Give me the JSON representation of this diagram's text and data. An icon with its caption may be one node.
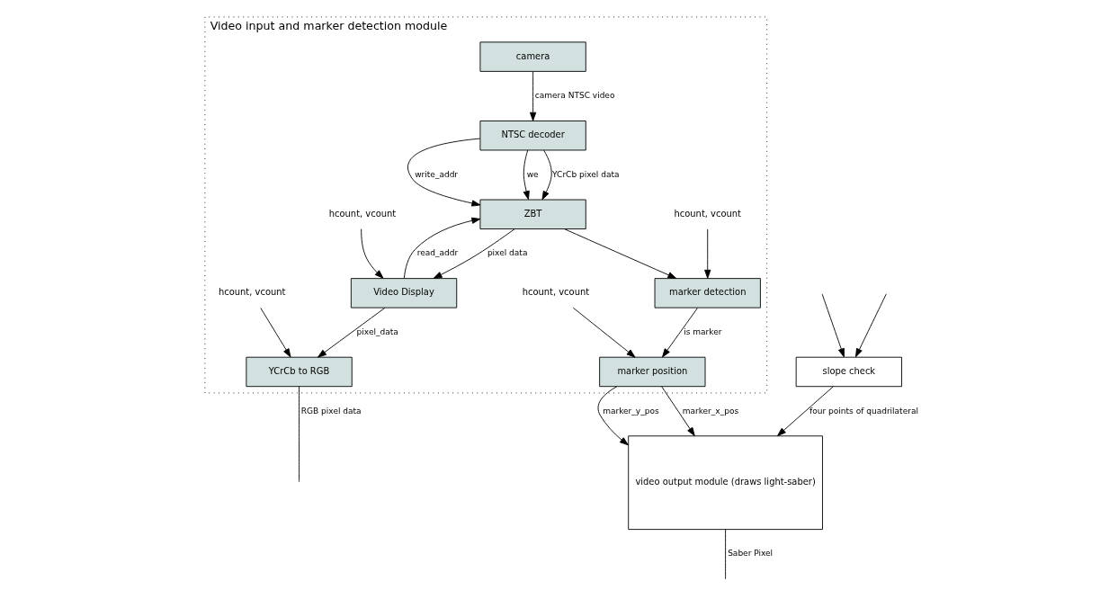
{
  "diagram": {
    "nodes": [
      {
        "text": [
          "Video input and marker detection module"
        ]
      },
      {
        "text": [
          "camera"
        ],
        "in": 0
      },
      {
        "text": [
          "NTSC decoder"
        ],
        "in": 0
      },
      {
        "text": [
          "hcount, vcount"
        ],
        "in": 0
      },
      {
        "text": [
          "ZBT"
        ],
        "in": 0
      },
      {
        "text": [
          "marker detection"
        ],
        "in": 0
      },
      {
        "text": [
          "hcount, vcount"
        ],
        "in": 0
      },
      {
        "text": [
          "marker position"
        ],
        "in": 0
      },
      {
        "text": [
          "hcount, vcount"
        ],
        "in": 0
      },
      {
        "text": [
          "Video Display"
        ],
        "in": 0
      },
      {
        "text": [
          "YCrCb to RGB"
        ],
        "in": 0
      },
      {
        "text": [
          "hcount, vcount"
        ],
        "in": 0
      },
      {
        "text": [
          "slope check"
        ]
      },
      {
        "text": [
          "video output module (draws light-saber)"
        ]
      }
    ],
    "edges": [
      {
        "from": 1,
        "to": 2,
        "arrow": "to",
        "label": "camera NTSC video"
      },
      {
        "from": 2,
        "to": 4,
        "arrow": "to",
        "label": "write_addr"
      },
      {
        "from": 2,
        "to": 4,
        "arrow": "to",
        "label": "we"
      },
      {
        "from": 2,
        "to": 4,
        "arrow": "to",
        "label": "YCrCb pixel data"
      },
      {
        "from": 3,
        "to": 5,
        "arrow": "to"
      },
      {
        "from": 4,
        "to": 5,
        "arrow": "to"
      },
      {
        "from": 9,
        "to": 4,
        "arrow": "to",
        "label": "read_addr"
      },
      {
        "from": 4,
        "to": 9,
        "arrow": "to",
        "label": "pixel data"
      },
      {
        "from": 5,
        "to": 7,
        "arrow": "to",
        "label": "is marker"
      },
      {
        "from": 6,
        "to": 7,
        "arrow": "to"
      },
      {
        "from": 8,
        "to": 9,
        "arrow": "to"
      },
      {
        "from": 9,
        "to": 10,
        "arrow": "to",
        "label": "pixel_data"
      },
      {
        "from": 11,
        "to": 10,
        "arrow": "to"
      },
      {
        "from": null,
        "to": 12,
        "arrow": "to"
      },
      {
        "from": null,
        "to": 12,
        "arrow": "to"
      },
      {
        "from": 12,
        "to": 13,
        "arrow": "to",
        "label": "four points of quadrilateral"
      },
      {
        "from": 7,
        "to": 13,
        "arrow": "to",
        "label": "marker_x_pos"
      },
      {
        "from": 7,
        "to": 13,
        "arrow": "to",
        "label": "marker_y_pos"
      },
      {
        "from": 10,
        "to": null,
        "arrow": "none",
        "label": "RGB pixel data"
      },
      {
        "from": 13,
        "to": null,
        "arrow": "none",
        "label": "Saber Pixel"
      }
    ]
  }
}
